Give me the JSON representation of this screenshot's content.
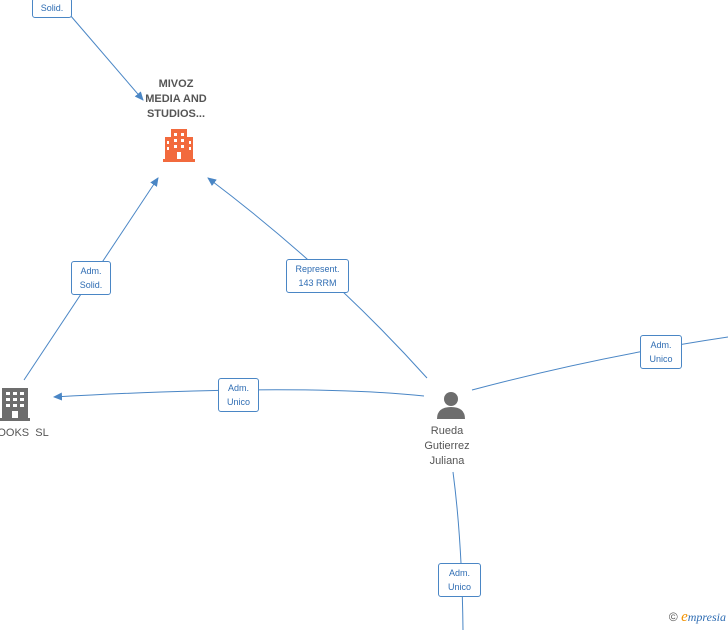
{
  "nodes": {
    "mivoz": {
      "lines": [
        "MIVOZ",
        "MEDIA AND",
        "STUDIOS..."
      ],
      "icon": "building-icon",
      "color": "#f26a3d"
    },
    "books": {
      "lines": [
        "BOOKS  SL"
      ],
      "icon": "building-icon",
      "color": "#6d6d6d"
    },
    "rueda": {
      "lines": [
        "Rueda",
        "Gutierrez",
        "Juliana"
      ],
      "icon": "person-icon",
      "color": "#6d6d6d"
    }
  },
  "edge_labels": {
    "top_solid": [
      "Solid."
    ],
    "adm_solid": [
      "Adm.",
      "Solid."
    ],
    "represent": [
      "Represent.",
      "143 RRM"
    ],
    "adm_unico_left": [
      "Adm.",
      "Unico"
    ],
    "adm_unico_right": [
      "Adm.",
      "Unico"
    ],
    "adm_unico_bottom": [
      "Adm.",
      "Unico"
    ]
  },
  "footer": {
    "copyright": "©",
    "brand_e": "e",
    "brand_rest": "mpresia"
  },
  "colors": {
    "edge": "#4a86c5",
    "label_text": "#2f6db3"
  }
}
